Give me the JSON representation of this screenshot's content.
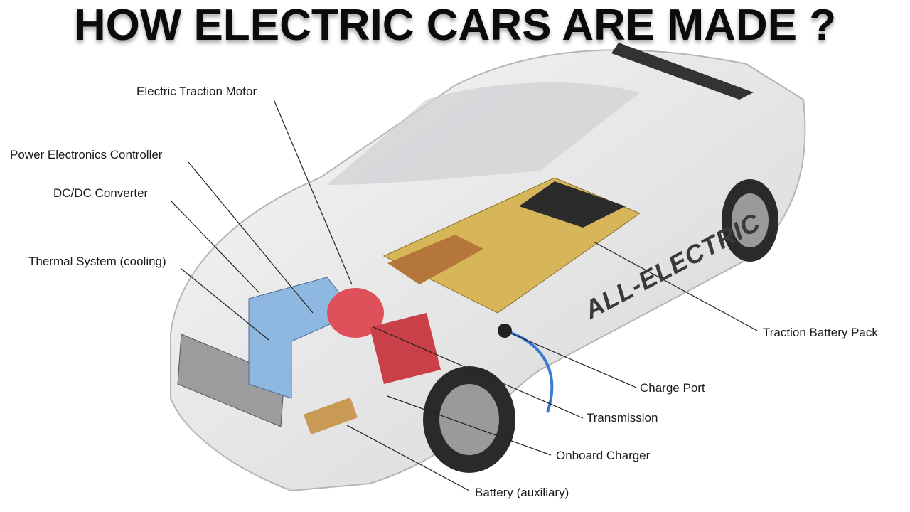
{
  "title": "HOW ELECTRIC CARS ARE MADE ?",
  "decal": "ALL-ELECTRIC",
  "labels": {
    "motor": "Electric Traction Motor",
    "controller": "Power Electronics Controller",
    "dcdc": "DC/DC Converter",
    "thermal": "Thermal System (cooling)",
    "battery_pack": "Traction Battery Pack",
    "charge_port": "Charge Port",
    "transmission": "Transmission",
    "onboard_charger": "Onboard Charger",
    "aux_battery": "Battery (auxiliary)"
  },
  "colors": {
    "battery": "#d7b65a",
    "motor": "#e0505a",
    "cooling": "#8fb8e0",
    "body": "#e9e9ea"
  }
}
